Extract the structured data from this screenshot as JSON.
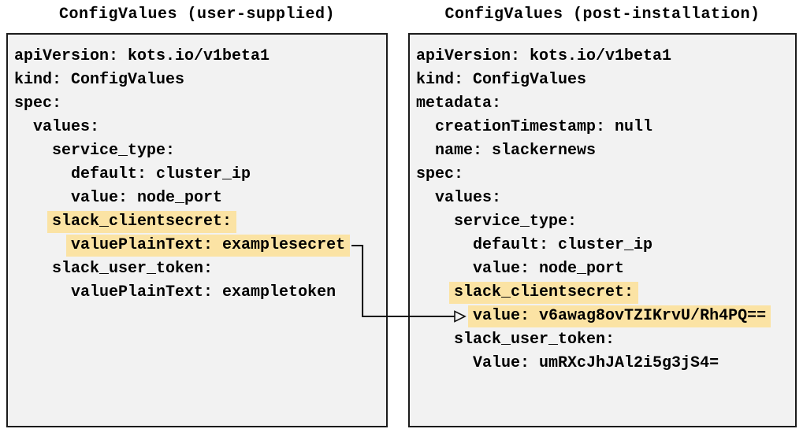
{
  "colors": {
    "highlight": "#fbe3a4",
    "box_background": "#f2f2f2",
    "box_border": "#1b1b1b",
    "text": "#000000",
    "arrow": "#111111"
  },
  "left_panel": {
    "title": "ConfigValues (user-supplied)",
    "lines": [
      {
        "indent": 0,
        "text": "apiVersion: kots.io/v1beta1",
        "highlight": false
      },
      {
        "indent": 0,
        "text": "kind: ConfigValues",
        "highlight": false
      },
      {
        "indent": 0,
        "text": "spec:",
        "highlight": false
      },
      {
        "indent": 2,
        "text": "values:",
        "highlight": false
      },
      {
        "indent": 4,
        "text": "service_type:",
        "highlight": false
      },
      {
        "indent": 6,
        "text": "default: cluster_ip",
        "highlight": false
      },
      {
        "indent": 6,
        "text": "value: node_port",
        "highlight": false
      },
      {
        "indent": 4,
        "text": "slack_clientsecret:",
        "highlight": true
      },
      {
        "indent": 6,
        "text": "valuePlainText: examplesecret",
        "highlight": true
      },
      {
        "indent": 4,
        "text": "slack_user_token:",
        "highlight": false
      },
      {
        "indent": 6,
        "text": "valuePlainText: exampletoken",
        "highlight": false
      }
    ]
  },
  "right_panel": {
    "title": "ConfigValues (post-installation)",
    "lines": [
      {
        "indent": 0,
        "text": "apiVersion: kots.io/v1beta1",
        "highlight": false
      },
      {
        "indent": 0,
        "text": "kind: ConfigValues",
        "highlight": false
      },
      {
        "indent": 0,
        "text": "metadata:",
        "highlight": false
      },
      {
        "indent": 2,
        "text": "creationTimestamp: null",
        "highlight": false
      },
      {
        "indent": 2,
        "text": "name: slackernews",
        "highlight": false
      },
      {
        "indent": 0,
        "text": "spec:",
        "highlight": false
      },
      {
        "indent": 2,
        "text": "values:",
        "highlight": false
      },
      {
        "indent": 4,
        "text": "service_type:",
        "highlight": false
      },
      {
        "indent": 6,
        "text": "default: cluster_ip",
        "highlight": false
      },
      {
        "indent": 6,
        "text": "value: node_port",
        "highlight": false
      },
      {
        "indent": 4,
        "text": "slack_clientsecret:",
        "highlight": true
      },
      {
        "indent": 6,
        "text": "value: v6awag8ovTZIKrvU/Rh4PQ==",
        "highlight": true
      },
      {
        "indent": 4,
        "text": "slack_user_token:",
        "highlight": false
      },
      {
        "indent": 6,
        "text": "Value: umRXcJhJAl2i5g3jS4=",
        "highlight": false
      }
    ]
  },
  "arrow": {
    "from_panel": "left",
    "from_line_index": 8,
    "to_panel": "right",
    "to_line_index": 11
  }
}
